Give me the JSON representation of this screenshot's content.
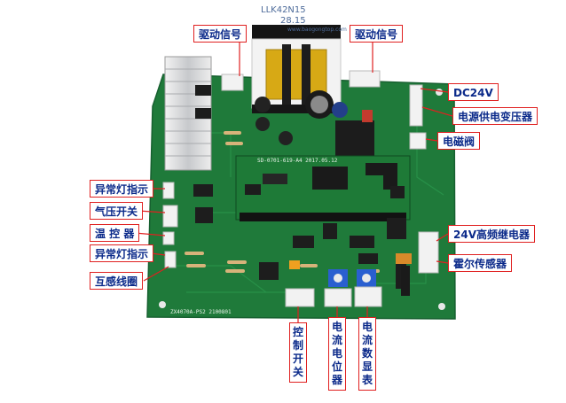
{
  "watermark": {
    "line1": "LLK42N15",
    "line2": "28.15",
    "line3": "www.baogongtop.com"
  },
  "board_silkscreen": {
    "pcb_code": "SD-0701-619-A4  2017.05.12",
    "bottom_code": "ZX4070A-PS2 2100801"
  },
  "labels": {
    "drive_signal_left": "驱动信号",
    "drive_signal_right": "驱动信号",
    "dc24v": "DC24V",
    "power_transformer": "电源供电变压器",
    "solenoid_valve": "电磁阀",
    "fault_light_1": "异常灯指示",
    "air_pressure_switch": "气压开关",
    "temp_controller": "温 控 器",
    "fault_light_2": "异常灯指示",
    "mutual_inductance_coil": "互感线圈",
    "hf_relay": "24V高频继电器",
    "hall_sensor": "霍尔传感器",
    "control_switch": "控制开关",
    "current_pot": "电流电位器",
    "current_display": "电流数显表"
  },
  "colors": {
    "pcb": "#1f7a3a",
    "callout_border": "#e02020",
    "callout_text": "#0b2a8a",
    "leader": "#e02020"
  }
}
